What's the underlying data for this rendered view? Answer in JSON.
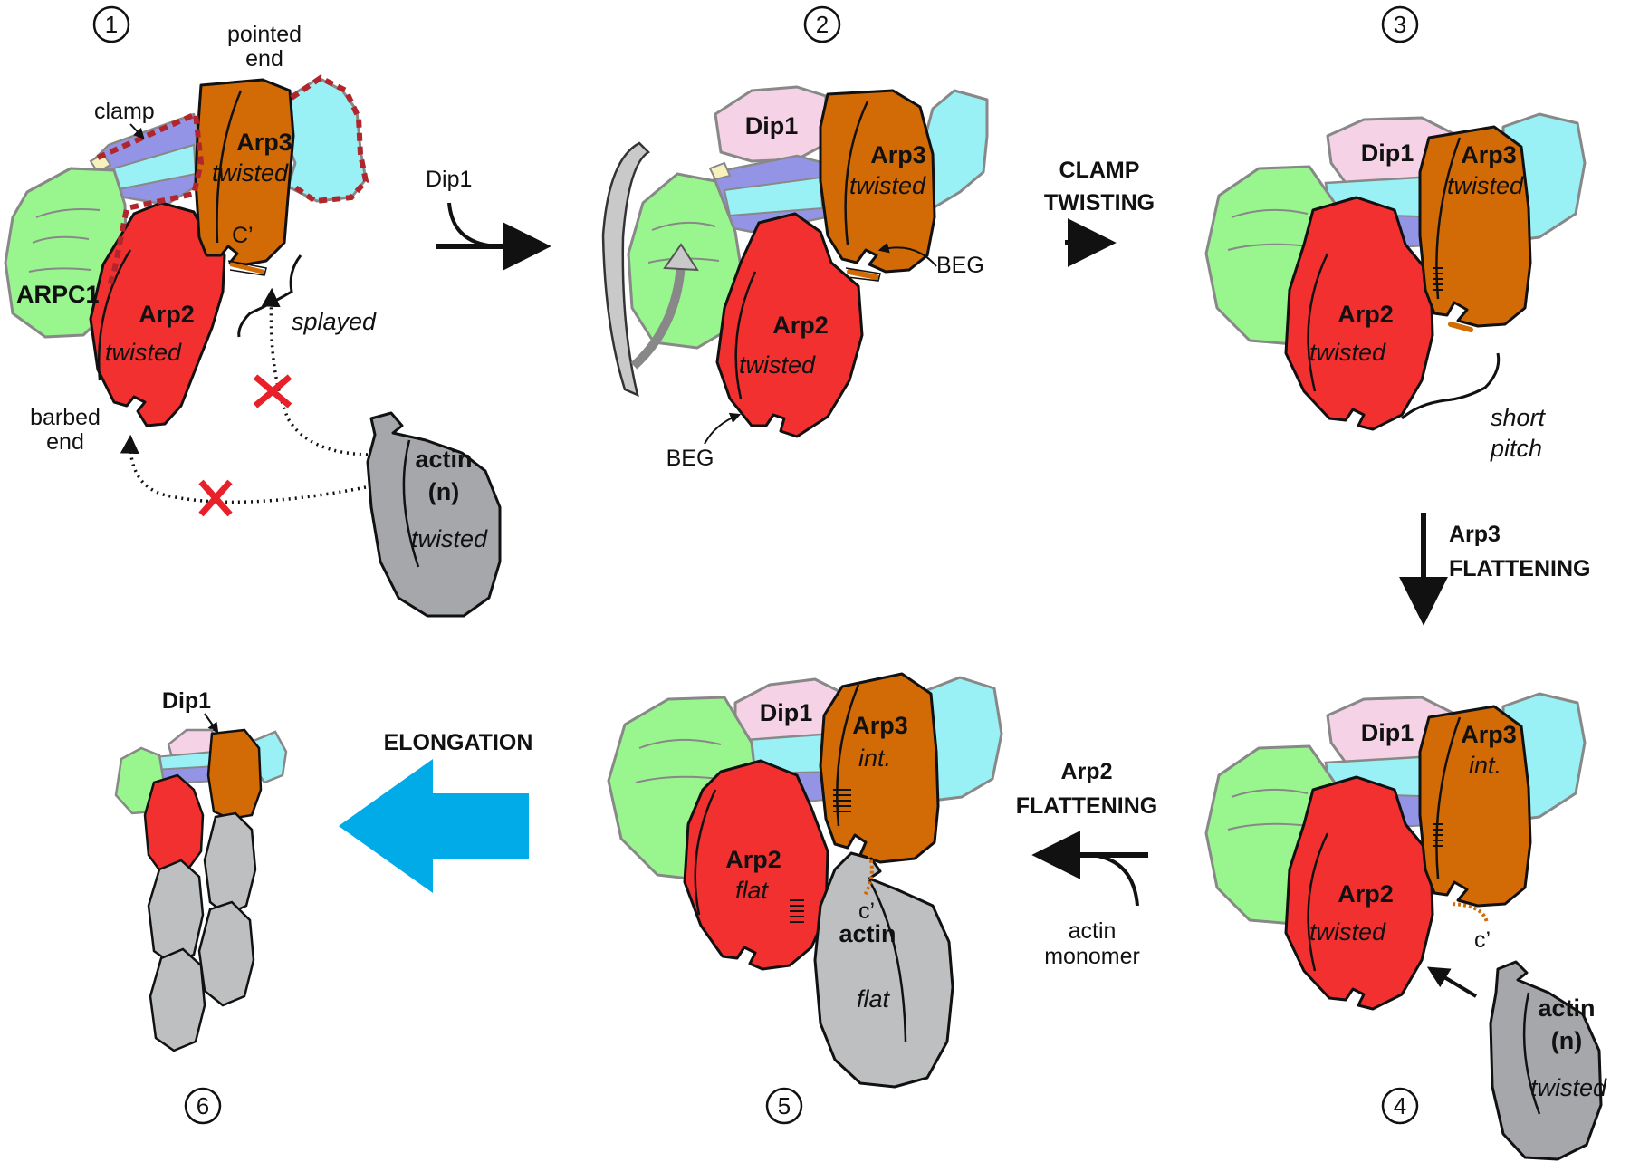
{
  "colors": {
    "arp2": "#f33030",
    "arp3": "#d26a05",
    "arpc1": "#99f58e",
    "dip1": "#f5d2e6",
    "cyan": "#99f1f5",
    "clamp": "#9494e6",
    "actin": "#a5a7aa",
    "actin_light": "#bebfc1",
    "elongation_arrow": "#00abe8",
    "cross": "#e8202a",
    "dashed_outline": "#b1262c"
  },
  "steps": [
    "1",
    "2",
    "3",
    "4",
    "5",
    "6"
  ],
  "panel1": {
    "pointed_end_1": "pointed",
    "pointed_end_2": "end",
    "clamp": "clamp",
    "arp3_name": "Arp3",
    "arp3_state": "twisted",
    "c_prime": "C’",
    "arpc1": "ARPC1",
    "arp2_name": "Arp2",
    "arp2_state": "twisted",
    "splayed": "splayed",
    "barbed_end_1": "barbed",
    "barbed_end_2": "end",
    "actin_name": "actin",
    "actin_n": "(n)",
    "actin_state": "twisted"
  },
  "transition_1_2": {
    "label": "Dip1"
  },
  "panel2": {
    "dip1": "Dip1",
    "arp3_name": "Arp3",
    "arp3_state": "twisted",
    "beg_top": "BEG",
    "arp2_name": "Arp2",
    "arp2_state": "twisted",
    "beg_bottom": "BEG"
  },
  "transition_2_3": {
    "line1": "CLAMP",
    "line2": "TWISTING"
  },
  "panel3": {
    "dip1": "Dip1",
    "arp3_name": "Arp3",
    "arp3_state": "twisted",
    "arp2_name": "Arp2",
    "arp2_state": "twisted",
    "short_pitch_1": "short",
    "short_pitch_2": "pitch"
  },
  "transition_3_4": {
    "line1": "Arp3",
    "line2": "FLATTENING"
  },
  "panel4": {
    "dip1": "Dip1",
    "arp3_name": "Arp3",
    "arp3_state": "int.",
    "arp2_name": "Arp2",
    "arp2_state": "twisted",
    "c_prime": "c’",
    "actin_name": "actin",
    "actin_n": "(n)",
    "actin_state": "twisted"
  },
  "transition_4_5": {
    "line1": "Arp2",
    "line2": "FLATTENING",
    "sub1": "actin",
    "sub2": "monomer"
  },
  "panel5": {
    "dip1": "Dip1",
    "arp3_name": "Arp3",
    "arp3_state": "int.",
    "arp2_name": "Arp2",
    "arp2_state": "flat",
    "c_prime": "c’",
    "actin_name": "actin",
    "actin_state": "flat"
  },
  "transition_5_6": {
    "label": "ELONGATION"
  },
  "panel6": {
    "dip1": "Dip1"
  }
}
